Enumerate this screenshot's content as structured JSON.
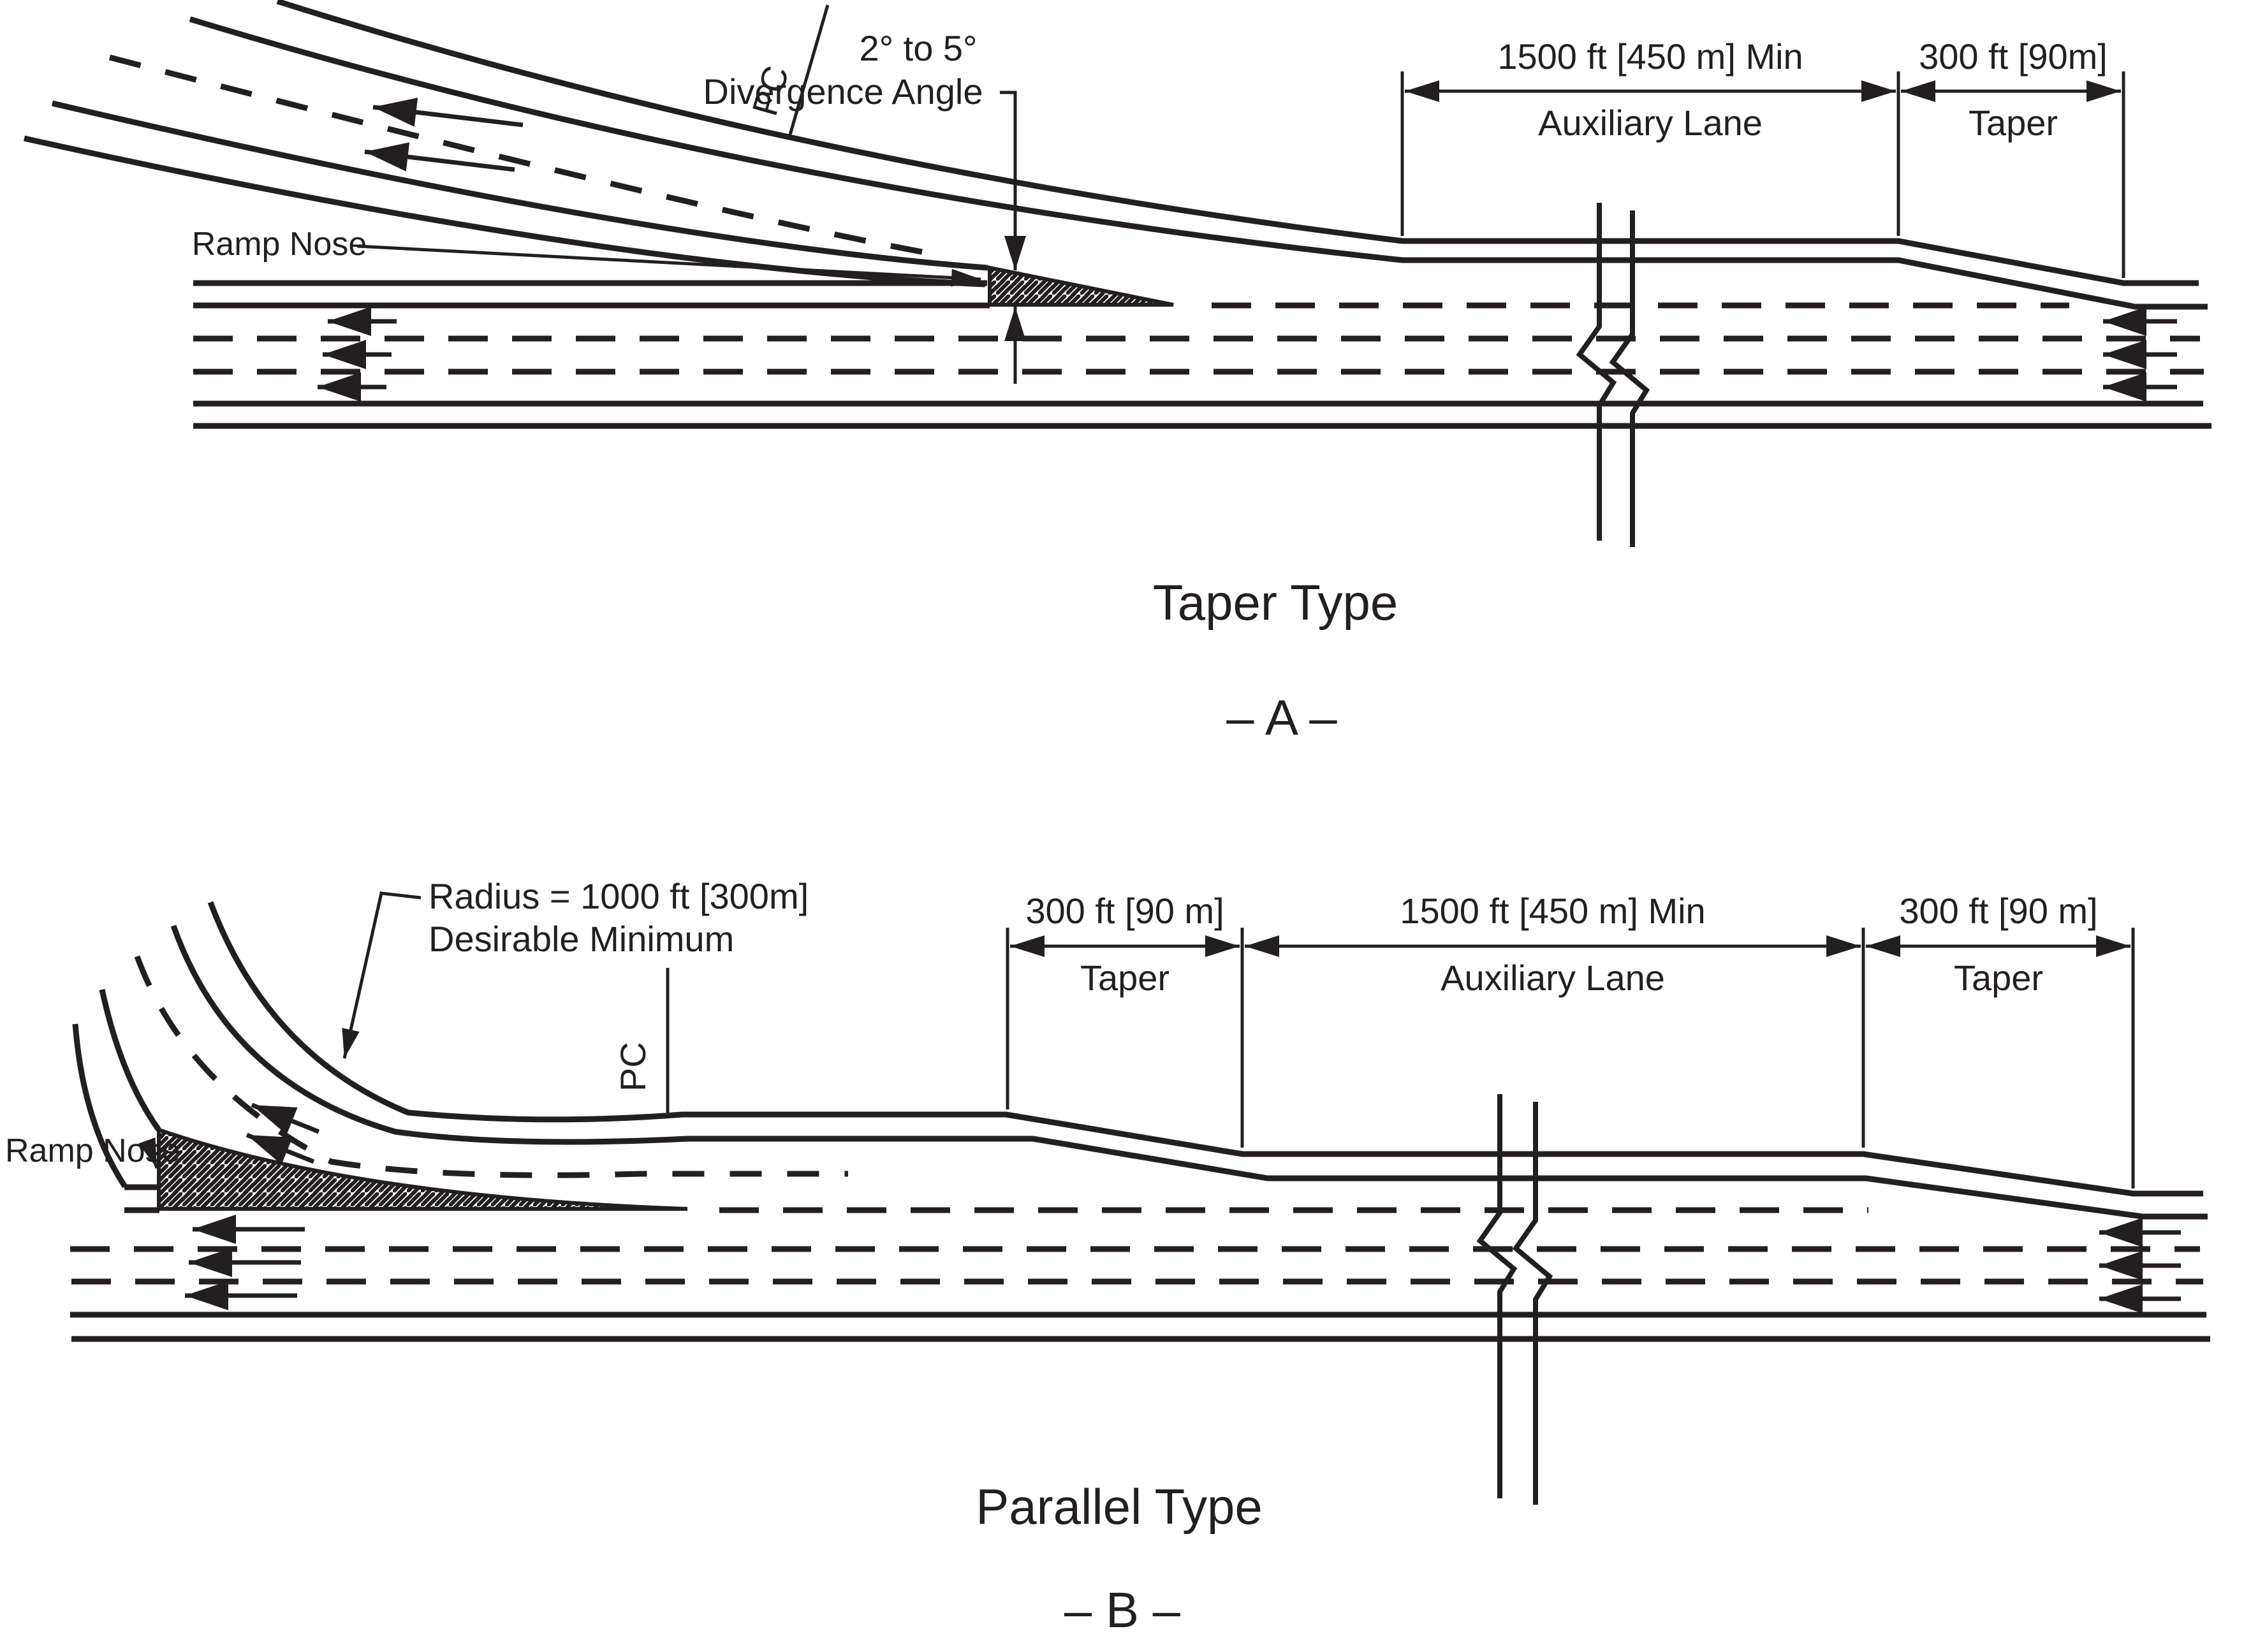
{
  "figure": {
    "background": "#ffffff",
    "line_color": "#231f20",
    "diagram_a": {
      "title": "Taper Type",
      "tag": "– A –",
      "labels": {
        "pc": "PC",
        "divergence_angle_line1": "2° to 5°",
        "divergence_angle_line2": "Divergence Angle",
        "ramp_nose": "Ramp Nose"
      },
      "dimensions": {
        "auxiliary_lane": {
          "length": "1500 ft [450 m] Min",
          "name": "Auxiliary Lane"
        },
        "taper": {
          "length": "300 ft [90m]",
          "name": "Taper"
        }
      }
    },
    "diagram_b": {
      "title": "Parallel Type",
      "tag": "– B –",
      "labels": {
        "pc": "PC",
        "radius_line1": "Radius = 1000 ft [300m]",
        "radius_line2": "Desirable Minimum",
        "ramp_nose": "Ramp Nose"
      },
      "dimensions": {
        "taper_left": {
          "length": "300 ft [90 m]",
          "name": "Taper"
        },
        "auxiliary_lane": {
          "length": "1500 ft [450 m] Min",
          "name": "Auxiliary Lane"
        },
        "taper_right": {
          "length": "300 ft [90 m]",
          "name": "Taper"
        }
      }
    }
  }
}
